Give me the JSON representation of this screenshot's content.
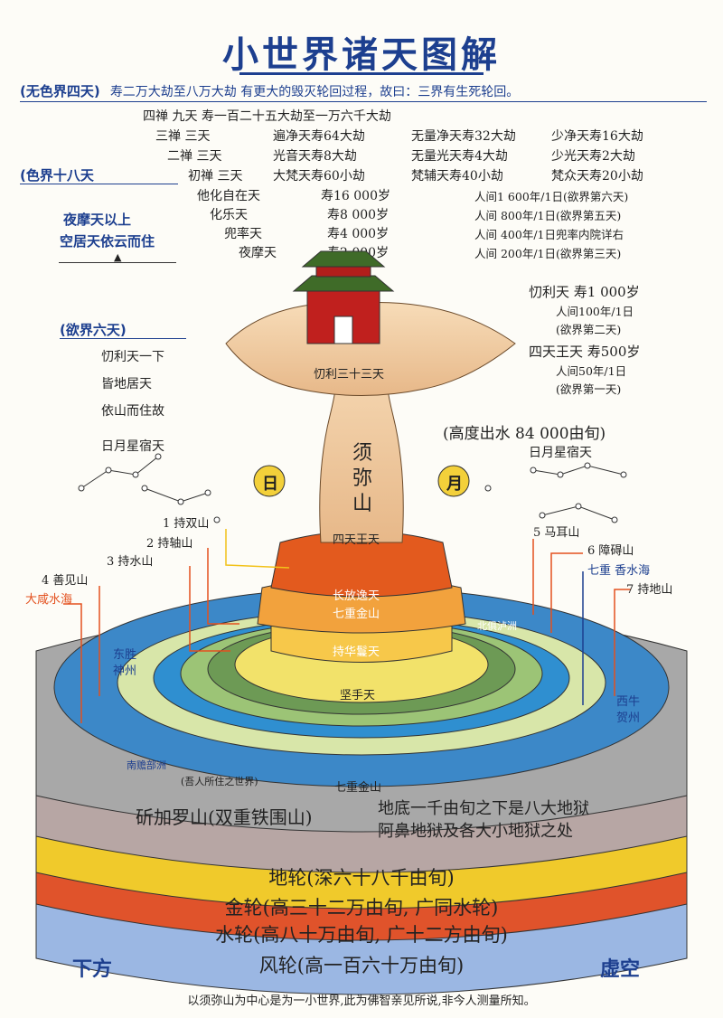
{
  "title": "小世界诸天图解",
  "formless": {
    "heading": "(无色界四天)",
    "text": "寿二万大劫至八万大劫 有更大的毁灭轮回过程，故曰：三界有生死轮回。"
  },
  "form_realm": {
    "heading": "(色界十八天",
    "lines": [
      "四禅  九天   寿一百二十五大劫至一万六千大劫",
      "三禅  三天",
      "二禅  三天",
      "初禅  三天"
    ],
    "col2": [
      "遍净天寿64大劫",
      "光音天寿8大劫",
      "大梵天寿60小劫"
    ],
    "col3": [
      "无量净天寿32大劫",
      "无量光天寿4大劫",
      "梵辅天寿40小劫"
    ],
    "col4": [
      "少净天寿16大劫",
      "少光天寿2大劫",
      "梵众天寿20小劫"
    ]
  },
  "desire_upper": {
    "names": [
      "他化自在天",
      "化乐天",
      "兜率天",
      "夜摩天"
    ],
    "lifespans": [
      "寿16 000岁",
      "寿8 000岁",
      "寿4 000岁",
      "寿2 000岁"
    ],
    "human_equiv": [
      "人间1 600年/1日(欲界第六天)",
      "人间  800年/1日(欲界第五天)",
      "人间  400年/1日兜率内院详右",
      "人间  200年/1日(欲界第三天)"
    ]
  },
  "yama_note": [
    "夜摩天以上",
    "空居天依云而住"
  ],
  "desire_heading": "(欲界六天)",
  "left_notes": [
    "忉利天一下",
    "皆地居天",
    "依山而住故"
  ],
  "sun_moon_stars": "日月星宿天",
  "trayastrimsa": {
    "label": "忉利三十三天",
    "right": [
      "忉利天  寿1 000岁",
      "人间100年/1日",
      "(欲界第二天)"
    ]
  },
  "four_kings": {
    "right": [
      "四天王天  寿500岁",
      "人间50年/1日",
      "(欲界第一天)"
    ],
    "label": "四天王天"
  },
  "height_note": "(高度出水  84 000由旬)",
  "sun": "日",
  "moon": "月",
  "sumeru": [
    "须",
    "弥",
    "山"
  ],
  "tiers": [
    "长放逸天",
    "七重金山",
    "持华鬘天",
    "坚手天"
  ],
  "mountains_left": [
    "1 持双山",
    "2 持轴山",
    "3 持水山",
    "4 善见山"
  ],
  "mountains_right": [
    "5 马耳山",
    "6 障碍山",
    "7 持地山"
  ],
  "ocean_left": "大咸水海",
  "ocean_right": "七重 香水海",
  "continents": {
    "east": [
      "东胜",
      "神州"
    ],
    "west": [
      "西牛",
      "贺州"
    ],
    "north": "北俱泸洲",
    "south": "南赡部洲",
    "south2": "(吾人所住之世界)"
  },
  "seven_gold": "七重金山",
  "iron_ring": "斫加罗山(双重铁围山)",
  "hell_note": [
    "地底一千由旬之下是八大地狱",
    "阿鼻地狱及各大小地狱之处"
  ],
  "wheels": [
    "地轮(深六十八千由旬)",
    "金轮(高三十二万由旬, 广同水轮)",
    "水轮(高八十万由旬, 广十二方由旬)",
    "风轮(高一百六十万由旬)"
  ],
  "below": "下方",
  "void": "虚空",
  "footer": "以须弥山为中心是为一小世界,此为佛智亲见所说,非今人测量所知。"
}
